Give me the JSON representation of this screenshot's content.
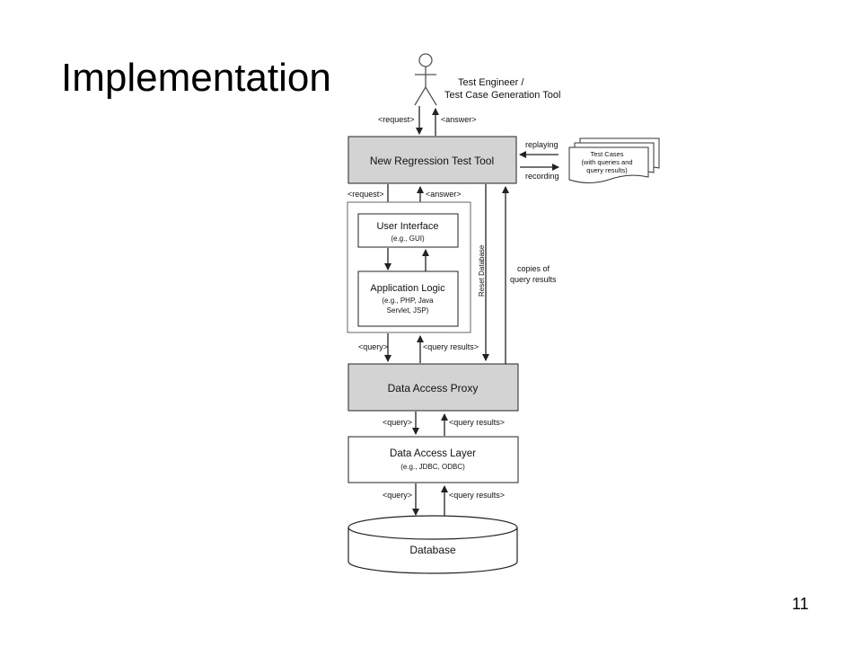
{
  "slide": {
    "title": "Implementation",
    "page_number": "11"
  },
  "diagram": {
    "actor": {
      "line1": "Test Engineer /",
      "line2": "Test Case Generation Tool"
    },
    "labels": {
      "request": "<request>",
      "answer": "<answer>",
      "query": "<query>",
      "query_results": "<query results>",
      "replaying": "replaying",
      "recording": "recording",
      "reset_database": "Reset Database",
      "copies_line1": "copies of",
      "copies_line2": "query results"
    },
    "boxes": {
      "regression_tool": "New Regression Test Tool",
      "user_interface": "User Interface",
      "user_interface_sub": "(e.g., GUI)",
      "app_logic": "Application Logic",
      "app_logic_sub1": "(e.g., PHP, Java",
      "app_logic_sub2": "Servlet, JSP)",
      "data_access_proxy": "Data Access Proxy",
      "data_access_layer": "Data Access Layer",
      "data_access_layer_sub": "(e.g., JDBC, ODBC)",
      "database": "Database"
    },
    "test_cases": {
      "line1": "Test Cases",
      "line2": "(with queries and",
      "line3": "query results)"
    },
    "colors": {
      "gray_fill": "#d3d3d3",
      "line": "#222222"
    }
  }
}
